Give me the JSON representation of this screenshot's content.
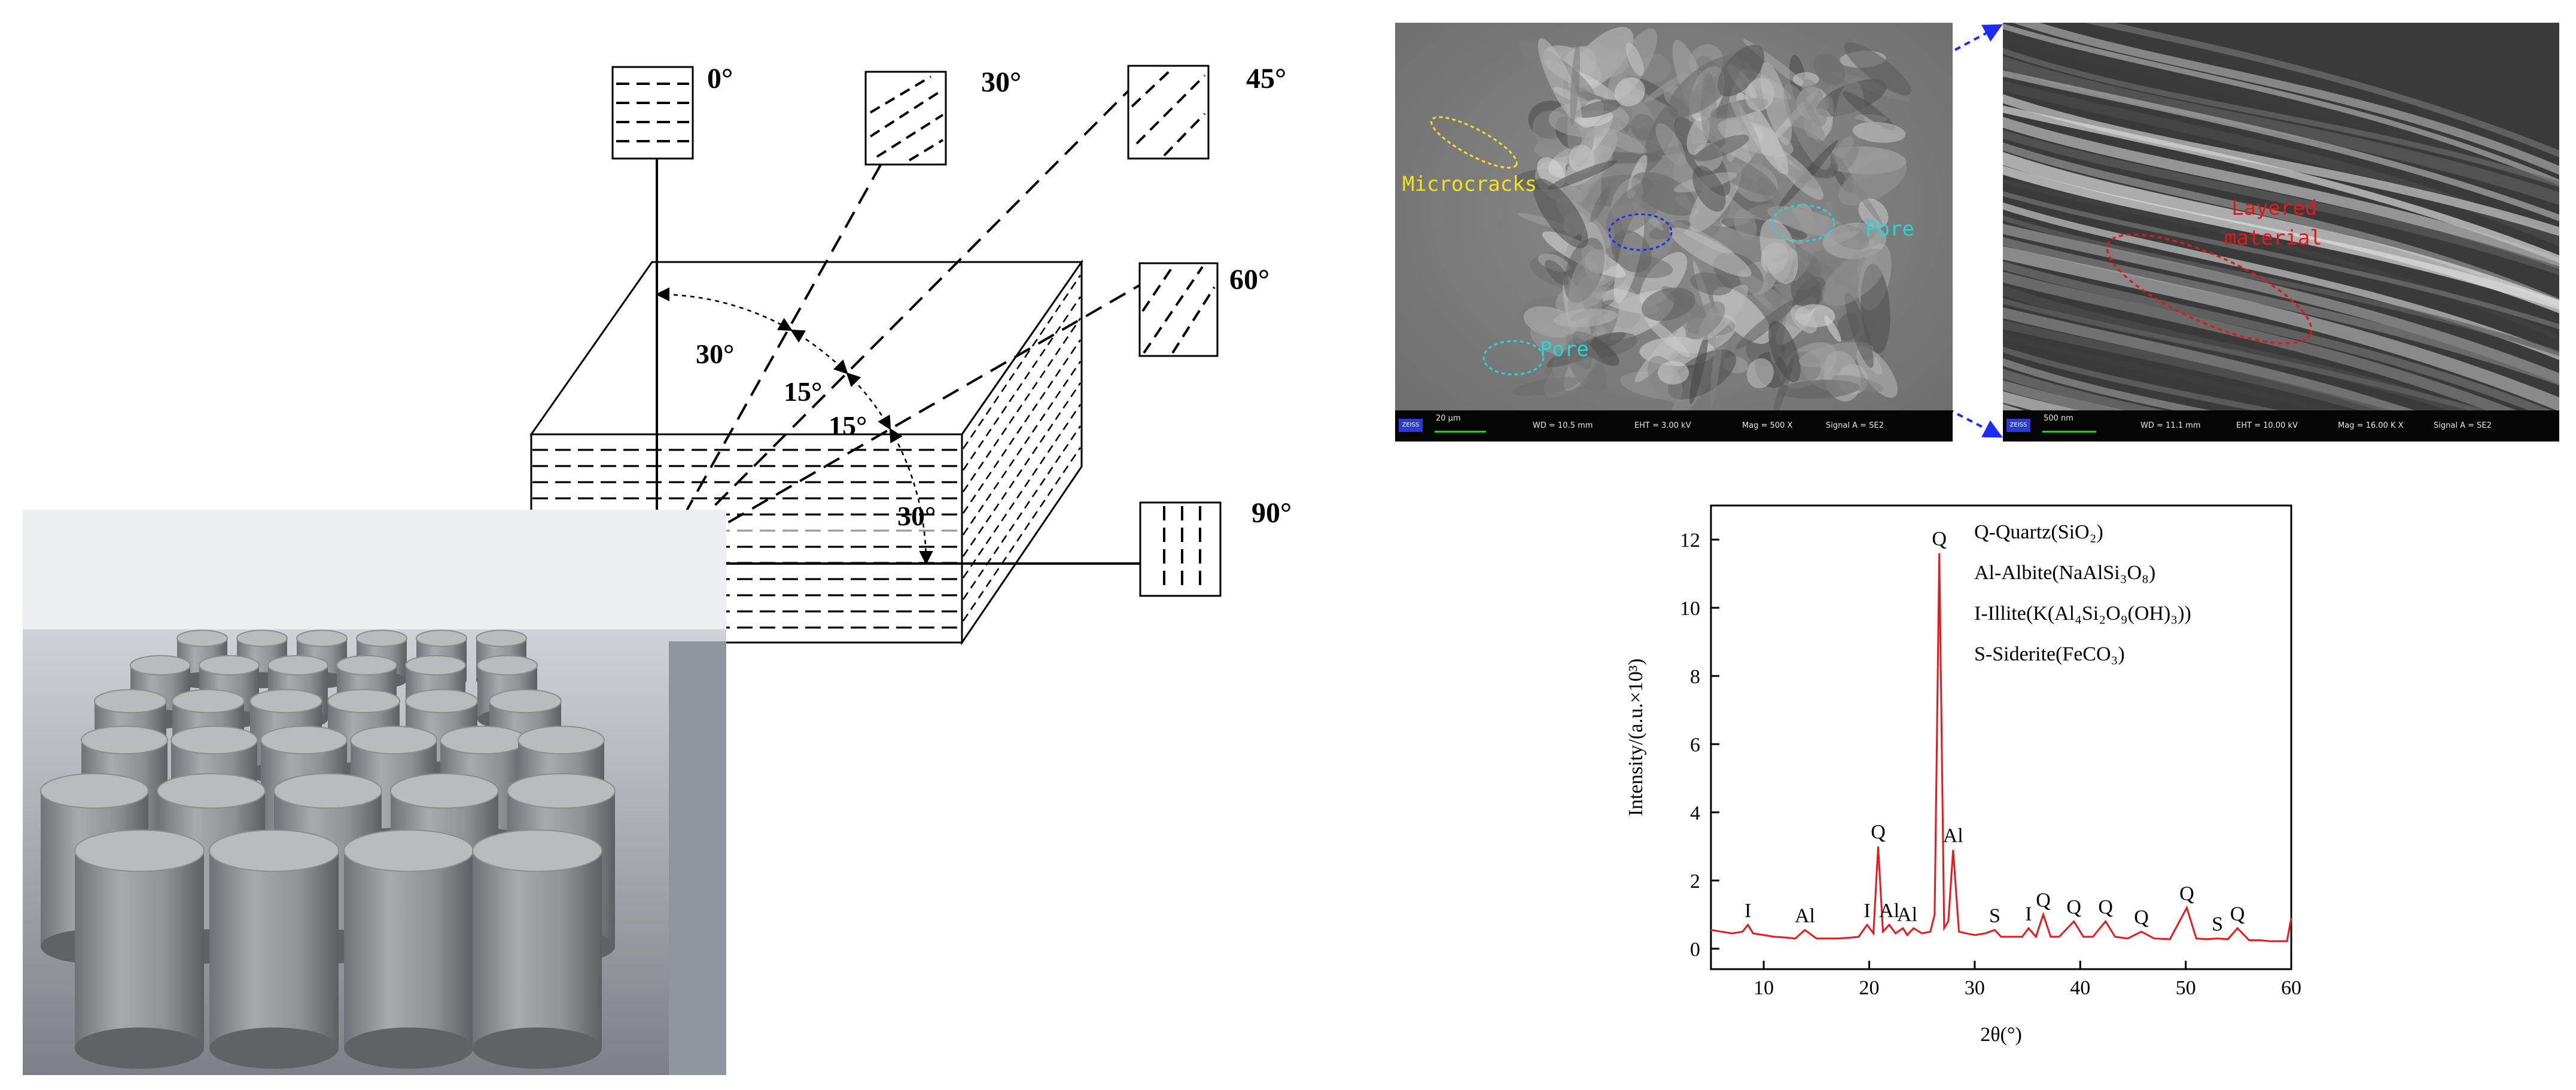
{
  "diagram": {
    "orientation_labels": [
      "0°",
      "30°",
      "45°",
      "60°",
      "90°"
    ],
    "angle_labels": [
      "30°",
      "15°",
      "15°",
      "30°"
    ]
  },
  "sem": {
    "left": {
      "labels": {
        "microcracks": "Microcracks",
        "pore_right": "Pore",
        "pore_left": "Pore"
      },
      "info": {
        "scale": "20 µm",
        "wd": "WD = 10.5 mm",
        "eht": "EHT = 3.00 kV",
        "mag": "Mag = 500 X",
        "signal": "Signal A = SE2"
      }
    },
    "right": {
      "labels": {
        "layered_1": "Layered",
        "layered_2": "material"
      },
      "info": {
        "scale": "500 nm",
        "wd": "WD = 11.1 mm",
        "eht": "EHT = 10.00 kV",
        "mag": "Mag = 16.00 K X",
        "signal": "Signal A = SE2"
      }
    },
    "logo": "ZEISS"
  },
  "chart_data": {
    "type": "line",
    "xlabel": "2θ(°)",
    "ylabel": "Intensity/(a.u.×10³)",
    "xlim": [
      5,
      60
    ],
    "ylim": [
      -0.6,
      13
    ],
    "xticks": [
      10,
      20,
      30,
      40,
      50,
      60
    ],
    "yticks": [
      0,
      2,
      4,
      6,
      8,
      10,
      12
    ],
    "color": "#e8191c",
    "legend": [
      "Q-Quartz(SiO₂)",
      "Al-Albite(NaAlSi₃O₈)",
      "I-Illite(K(Al₄Si₂O₉(OH)₃))",
      "S-Siderite(FeCO₃)"
    ],
    "series": [
      {
        "x": [
          5,
          6,
          7,
          8,
          8.5,
          9,
          10,
          11,
          12,
          13,
          13.9,
          15,
          16,
          17,
          18,
          19,
          19.8,
          20.4,
          20.85,
          21.3,
          21.9,
          22.5,
          23.2,
          23.6,
          24.2,
          25,
          25.8,
          26.2,
          26.64,
          27.1,
          27.5,
          27.95,
          28.5,
          29.2,
          30,
          31,
          31.9,
          32.5,
          33.5,
          34.5,
          35.1,
          35.8,
          36.5,
          37.2,
          38,
          39.4,
          40.3,
          41.2,
          42.4,
          43.3,
          44.5,
          45.8,
          47,
          48.5,
          50.1,
          51,
          52,
          53,
          54,
          54.9,
          56,
          57,
          58,
          59,
          59.6,
          60
        ],
        "y": [
          0.55,
          0.5,
          0.45,
          0.5,
          0.7,
          0.45,
          0.4,
          0.35,
          0.33,
          0.3,
          0.55,
          0.3,
          0.3,
          0.3,
          0.32,
          0.35,
          0.7,
          0.45,
          3.0,
          0.5,
          0.7,
          0.45,
          0.6,
          0.4,
          0.6,
          0.45,
          0.5,
          1.0,
          11.6,
          0.6,
          0.8,
          2.9,
          0.5,
          0.45,
          0.4,
          0.45,
          0.55,
          0.35,
          0.35,
          0.35,
          0.6,
          0.35,
          1.0,
          0.35,
          0.35,
          0.8,
          0.35,
          0.35,
          0.8,
          0.35,
          0.3,
          0.5,
          0.3,
          0.28,
          1.2,
          0.3,
          0.28,
          0.3,
          0.28,
          0.6,
          0.25,
          0.25,
          0.22,
          0.22,
          0.22,
          0.9
        ]
      }
    ],
    "annotations": [
      {
        "text": "I",
        "x": 8.5,
        "y": 0.72
      },
      {
        "text": "Al",
        "x": 13.9,
        "y": 0.57
      },
      {
        "text": "I",
        "x": 19.8,
        "y": 0.72
      },
      {
        "text": "Q",
        "x": 20.85,
        "y": 3.02
      },
      {
        "text": "Al",
        "x": 21.9,
        "y": 0.72
      },
      {
        "text": "Al",
        "x": 23.6,
        "y": 0.6
      },
      {
        "text": "Q",
        "x": 26.64,
        "y": 11.62
      },
      {
        "text": "Al",
        "x": 27.95,
        "y": 2.92
      },
      {
        "text": "S",
        "x": 31.9,
        "y": 0.57
      },
      {
        "text": "I",
        "x": 35.1,
        "y": 0.62
      },
      {
        "text": "Q",
        "x": 36.5,
        "y": 1.02
      },
      {
        "text": "Q",
        "x": 39.4,
        "y": 0.82
      },
      {
        "text": "Q",
        "x": 42.4,
        "y": 0.82
      },
      {
        "text": "Q",
        "x": 45.8,
        "y": 0.52
      },
      {
        "text": "Q",
        "x": 50.1,
        "y": 1.22
      },
      {
        "text": "S",
        "x": 53.0,
        "y": 0.32
      },
      {
        "text": "Q",
        "x": 54.9,
        "y": 0.62
      }
    ]
  }
}
